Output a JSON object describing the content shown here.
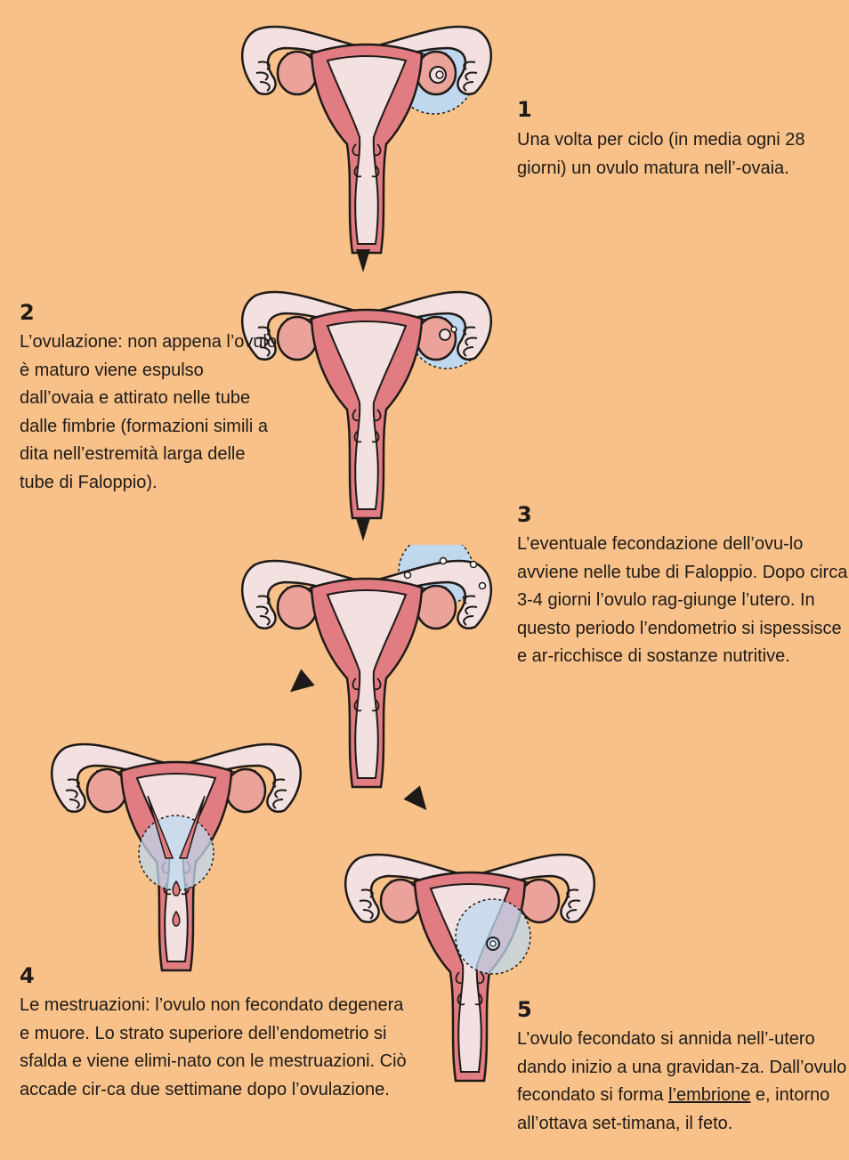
{
  "steps": [
    {
      "num": "1",
      "text": "Una volta per ciclo (in media ogni 28 giorni) un ovulo matura nell’-ovaia."
    },
    {
      "num": "2",
      "text": "L’ovulazione: non appena l’ovulo è maturo viene espulso dall’ovaia e attirato nelle tube dalle fimbrie (formazioni simili a dita nell’estremità larga delle tube di Faloppio)."
    },
    {
      "num": "3",
      "text": "L’eventuale fecondazione dell’ovu-lo avviene nelle tube di Faloppio. Dopo circa 3-4 giorni l’ovulo rag-giunge l’utero. In questo periodo l’endometrio si ispessisce e ar-ricchisce di sostanze nutritive."
    },
    {
      "num": "4",
      "text": "Le mestruazioni: l’ovulo non fecondato degenera e muore. Lo strato superiore dell’endometrio si sfalda e viene elimi-nato con le mestruazioni. Ciò accade cir-ca due settimane dopo l’ovulazione."
    },
    {
      "num": "5",
      "text_before": "L’ovulo fecondato si annida nell’-utero dando inizio a una gravidan-za. Dall’ovulo fecondato si forma ",
      "link": "l’embrione",
      "text_after": " e, intorno all’ottava set-timana, il feto."
    }
  ],
  "colors": {
    "background": "#F8C189",
    "tissue": "#E07C82",
    "cavity": "#F3E1E1",
    "ovary": "#EBA29A",
    "highlight": "#BFD8EE",
    "outline": "#1E1A17"
  }
}
